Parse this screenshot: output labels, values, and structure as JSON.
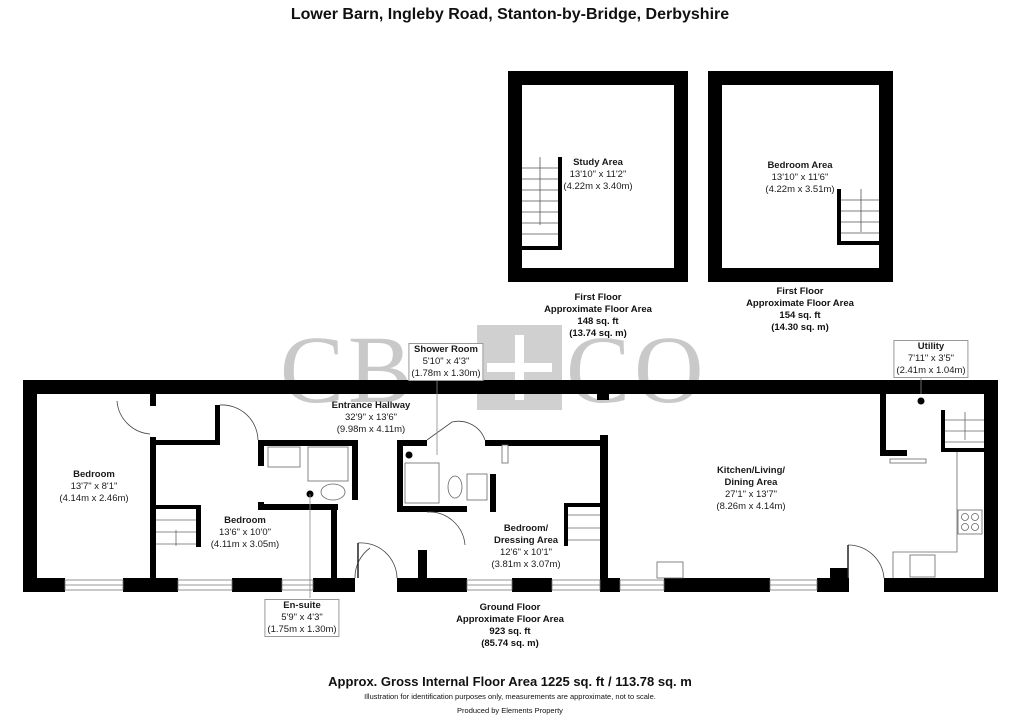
{
  "title": "Lower Barn, Ingleby Road, Stanton-by-Bridge, Derbyshire",
  "watermark": {
    "left": "CB",
    "right": "CO",
    "color": "#c9c9c9"
  },
  "first_floor": {
    "rooms": [
      {
        "name": "Study Area",
        "imperial": "13'10\" x 11'2\"",
        "metric": "(4.22m x 3.40m)"
      },
      {
        "name": "Bedroom Area",
        "imperial": "13'10\" x 11'6\"",
        "metric": "(4.22m x 3.51m)"
      }
    ],
    "areas": [
      {
        "floor": "First Floor",
        "label": "Approximate Floor Area",
        "sqft": "148 sq. ft",
        "sqm": "(13.74 sq. m)"
      },
      {
        "floor": "First Floor",
        "label": "Approximate Floor Area",
        "sqft": "154 sq. ft",
        "sqm": "(14.30 sq. m)"
      }
    ]
  },
  "ground_floor": {
    "rooms": [
      {
        "name": "Bedroom",
        "imperial": "13'7\" x 8'1\"",
        "metric": "(4.14m x 2.46m)"
      },
      {
        "name": "Bedroom",
        "imperial": "13'6\" x 10'0\"",
        "metric": "(4.11m x 3.05m)"
      },
      {
        "name": "Entrance Hallway",
        "imperial": "32'9\" x 13'6\"",
        "metric": "(9.98m x 4.11m)"
      },
      {
        "name": "Shower Room",
        "imperial": "5'10\" x 4'3\"",
        "metric": "(1.78m x 1.30m)"
      },
      {
        "name": "Bedroom/",
        "name2": "Dressing Area",
        "imperial": "12'6\" x 10'1\"",
        "metric": "(3.81m x 3.07m)"
      },
      {
        "name": "Kitchen/Living/",
        "name2": "Dining Area",
        "imperial": "27'1\" x 13'7\"",
        "metric": "(8.26m x 4.14m)"
      },
      {
        "name": "Utility",
        "imperial": "7'11\" x 3'5\"",
        "metric": "(2.41m x 1.04m)"
      },
      {
        "name": "En-suite",
        "imperial": "5'9\" x 4'3\"",
        "metric": "(1.75m x 1.30m)"
      }
    ],
    "area": {
      "floor": "Ground Floor",
      "label": "Approximate Floor Area",
      "sqft": "923 sq. ft",
      "sqm": "(85.74 sq. m)"
    }
  },
  "footer": {
    "gross": "Approx. Gross Internal Floor Area 1225 sq. ft / 113.78 sq. m",
    "disclaimer": "Illustration for identification purposes only, measurements are approximate, not to scale.",
    "producer": "Produced by Elements Property"
  }
}
